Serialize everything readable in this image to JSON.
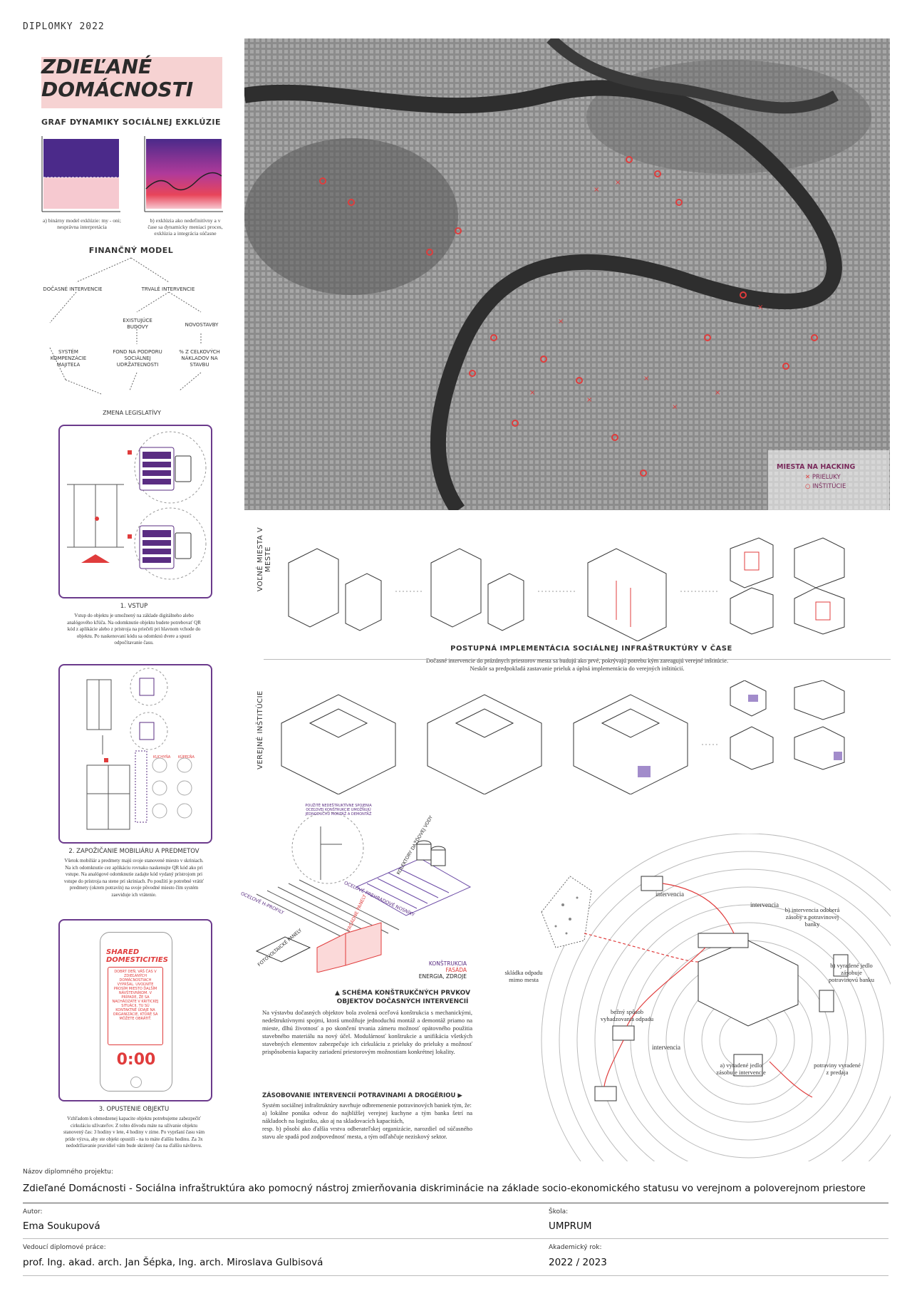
{
  "header": {
    "label": "DIPLOMKY 2022"
  },
  "title": {
    "line1": "ZDIEĽANÉ",
    "line2": "DOMÁCNOSTI"
  },
  "graph": {
    "heading": "GRAF DYNAMIKY SOCIÁLNEJ EXKLÚZIE",
    "caption_a": "a) binárny model exklúzie: my - oni; nesprávna interpretácia",
    "caption_b": "b) exklúzia ako nedefinitívny a v čase sa dynamicky meniaci proces, exklúzia a integrácia súčasne"
  },
  "finance": {
    "heading": "FINANČNÝ MODEL",
    "temp": "DOČASNÉ INTERVENCIE",
    "perm": "TRVALÉ INTERVENCIE",
    "existing": "EXISTUJÚCE BUDOVY",
    "newb": "NOVOSTAVBY",
    "comp": "SYSTÉM KOMPENZÁCIE MAJITEĽA",
    "fund": "FOND NA PODPORU SOCIÁLNEJ UDRŽATEĽNOSTI",
    "pct": "% Z CELKOVÝCH NÁKLADOV NA STAVBU",
    "law": "ZMENA LEGISLATÍVY"
  },
  "panels": {
    "p1_title": "1. VSTUP",
    "p1_text": "Vstup do objektu je umožnený na základe digitálneho alebo analógového kľúča. Na odomknutie objektu budete potrebovať QR kód z aplikácie alebo z prístroja na priečeli pri hlavnom vchode do objektu. Po naskenovaní kódu sa odomknú dvere a spustí odpočítavanie času.",
    "p2_title": "2. ZAPOŽIČANIE MOBILIÁRU A PREDMETOV",
    "p2_text": "Všetok mobiliár a predmety majú svoje stanovené miesto v skriniach. Na ich odomknutie cez aplikáciu rovnako naskenujte QR kód ako pri vstupe. Na analógové odomknutie zadajte kód vydaný prístrojom pri vstupe do prístroja na stene pri skriniach. Po použití je potrebné vrátiť predmety (okrem potravín) na svoje pôvodné miesto čím systém zaeviduje ich vrátenie.",
    "p3_title": "3. OPUSTENIE OBJEKTU",
    "p3_text": "Vzhľadom k obmedzenej kapacite objektu potrebujeme zabezpečiť cirkuláciu užívateľov. Z tohto dôvodu máte na užívanie objektu stanovený čas: 3 hodiny v lete, 4 hodiny v zime. Po vypršaní času vám príde výzva, aby ste objekt opustili - na to máte ďalšiu hodinu. Za 3x nedodržiavanie pravidiel vám bude skrátený čas na ďalšiu návštevu.",
    "phone_title1": "SHARED",
    "phone_title2": "DOMESTICITIES",
    "phone_msg": "DOBRÝ DEŇ, VÁŠ ČAS V ZDIEĽANÝCH DOMÁCNOSTIACH VYPRŠAL. UVOĽNITE PROSÍM MIESTO ĎALŠÍM NÁVŠTEVNÍKOM. V PRÍPADE, ŽE SA NACHÁDZATE V KRITICKEJ SITUÁCII, TU SÚ KONTAKTNÉ ÚDAJE NA ORGANIZÁCIE, KTORÉ SA MÔŽETE OBRÁTIŤ.",
    "phone_time": "0:00",
    "kuchyna": "KUCHYŇA",
    "kupelna": "KÚPEĽŇA"
  },
  "map": {
    "legend_title": "MIESTA NA HACKING",
    "legend_x": "PRIELUKY",
    "legend_o": "INŠTITÚCIE"
  },
  "axon": {
    "row1_label": "VOĽNÉ MIESTA V MESTE",
    "row2_label": "VEREJNÉ INŠTITÚCIE",
    "heading": "POSTUPNÁ IMPLEMENTÁCIA SOCIÁLNEJ INFRAŠTRUKTÚRY V ČASE",
    "text": "Dočasné intervencie do prázdnych priestorov mesta sa budujú ako prvé, pokrývajú potrebu kým zareagujú verejné inštitúcie. Neskôr sa predpokladá zastavanie prieluk a úplná implementácia do verejných inštitúcií."
  },
  "construction": {
    "note": "POUŽITÉ NEDEŠTRUKTÍVNE SPOJENIA OCEĽOVEJ KONŠTRUKCIE UMOŽŇUJÚ JEDNODUCHÚ MONTÁŽ A DEMONTÁŽ",
    "steel": "OCEĽOVÉ H-PROFILY",
    "beams": "OCEĽOVÉ PREHRADOVÉ NOSNÍKY",
    "rain": "KOLEKTORY DAŽĎOVEJ VODY",
    "solar": "FOTOVOLTAICKÉ PANELY",
    "facade": "FASÁDNE PANELY",
    "legend1": "KONŠTRUKCIA",
    "legend2": "FASÁDA",
    "legend3": "ENERGIA, ZDROJE",
    "heading1": "SCHÉMA KONŠTRUKČNÝCH PRVKOV",
    "heading2": "OBJEKTOV DOČASNÝCH INTERVENCIÍ",
    "text": "Na výstavbu dočasných objektov bola zvolená oceľová konštrukcia s mechanickými, nedeštruktívnymi spojmi, ktorá umožňuje jednoduchú montáž a demontáž priamo na mieste, dlhú životnosť a po skončení trvania zámeru možnosť opätovného použitia stavebného materiálu na nový účel. Modulárnosť konštrukcie a unifikácia všetkých stavebných elementov zabezpečuje ich cirkuláciu z prieluky do prieluky a možnosť prispôsobenia kapacity zariadení priestorovým možnostiam konkrétnej lokality."
  },
  "supply": {
    "heading": "ZÁSOBOVANIE INTERVENCIÍ POTRAVINAMI A DROGÉRIOU",
    "text1": "Systém sociálnej infraštruktúry navrhuje odbremenenie potravinových baniek tým, že:",
    "text2": "a) lokálne ponúka odvoz do najbližšej verejnej kuchyne a tým banka šetrí na nákladoch na logistiku, ako aj na skladovacích kapacitách,",
    "text3": "resp. b) pôsobí ako ďalšia vrstva odberateľskej organizácie, narozdiel od súčasného stavu ale spadá pod zodpovednosť mesta, a tým odľahčuje neziskový sektor.",
    "lbl_intervencia": "intervencia",
    "lbl_b_odobera": "b) intervencia odoberá zásoby z potravinovej banky",
    "lbl_b_jedlo": "b) vyradené jedlo zásobuje potravinovú banku",
    "lbl_skladka": "skládka odpadu mimo mesta",
    "lbl_bezny": "bežný spôsob vyhadzovania odpadu",
    "lbl_a_jedlo": "a) vyradené jedlo zásobuje intervencie",
    "lbl_potraviny": "potraviny vyradené z predaja"
  },
  "footer": {
    "project_lbl": "Názov diplomného projektu:",
    "project_val": "Zdieľané Domácnosti - Sociálna infraštruktúra ako pomocný nástroj zmierňovania diskriminácie na základe socio-ekonomického statusu vo verejnom a poloverejnom priestore",
    "author_lbl": "Autor:",
    "author_val": "Ema Soukupová",
    "school_lbl": "Škola:",
    "school_val": "UMPRUM",
    "sup_lbl": "Vedoucí diplomové práce:",
    "sup_val": "prof. Ing. akad. arch. Jan Šépka, Ing. arch. Miroslava Gulbisová",
    "year_lbl": "Akademický rok:",
    "year_val": "2022 / 2023"
  },
  "colors": {
    "purple": "#5a2d82",
    "red": "#e03c3c",
    "pink": "#f6d2d2"
  }
}
